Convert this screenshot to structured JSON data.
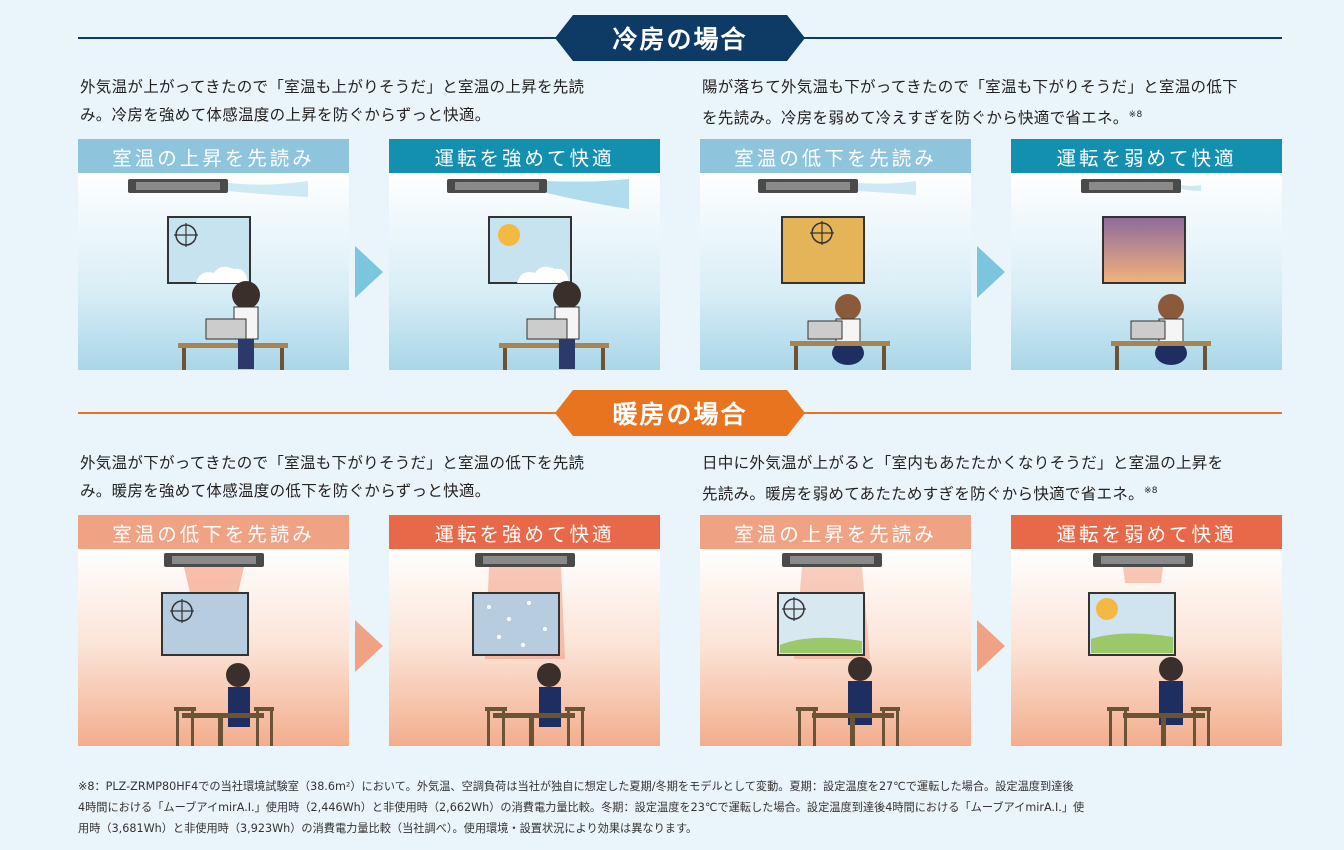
{
  "cooling": {
    "title": "冷房の場合",
    "color": "#0e3a66",
    "left_desc": [
      "外気温が上がってきたので「室温も上がりそうだ」と室温の上昇を先読",
      "み。冷房を強めて体感温度の上昇を防ぐからずっと快適。"
    ],
    "right_desc": [
      "陽が落ちて外気温も下がってきたので「室温も下がりそうだ」と室温の低下",
      "を先読み。冷房を弱めて冷えすぎを防ぐから快適で省エネ。"
    ],
    "right_note": "※8",
    "panels": [
      {
        "label": "室温の上昇を先読み",
        "label_color": "#8ec4dc"
      },
      {
        "label": "運転を強めて快適",
        "label_color": "#138fb0"
      },
      {
        "label": "室温の低下を先読み",
        "label_color": "#8ec4dc"
      },
      {
        "label": "運転を弱めて快適",
        "label_color": "#138fb0"
      }
    ]
  },
  "heating": {
    "title": "暖房の場合",
    "color": "#e8741f",
    "left_desc": [
      "外気温が下がってきたので「室温も下がりそうだ」と室温の低下を先読",
      "み。暖房を強めて体感温度の低下を防ぐからずっと快適。"
    ],
    "right_desc": [
      "日中に外気温が上がると「室内もあたたかくなりそうだ」と室温の上昇を",
      "先読み。暖房を弱めてあたためすぎを防ぐから快適で省エネ。"
    ],
    "right_note": "※8",
    "panels": [
      {
        "label": "室温の低下を先読み",
        "label_color": "#f0a384"
      },
      {
        "label": "運転を強めて快適",
        "label_color": "#e8694a"
      },
      {
        "label": "室温の上昇を先読み",
        "label_color": "#f0a384"
      },
      {
        "label": "運転を弱めて快適",
        "label_color": "#e8694a"
      }
    ]
  },
  "footnote": [
    "※8：PLZ-ZRMP80HF4での当社環境試験室（38.6m²）において。外気温、空調負荷は当社が独自に想定した夏期/冬期をモデルとして変動。夏期：設定温度を27℃で運転した場合。設定温度到達後",
    "4時間における「ムーブアイmirA.I.」使用時（2,446Wh）と非使用時（2,662Wh）の消費電力量比較。冬期：設定温度を23℃で運転した場合。設定温度到達後4時間における「ムーブアイmirA.I.」使",
    "用時（3,681Wh）と非使用時（3,923Wh）の消費電力量比較（当社調べ）。使用環境・設置状況により効果は異なります。"
  ]
}
